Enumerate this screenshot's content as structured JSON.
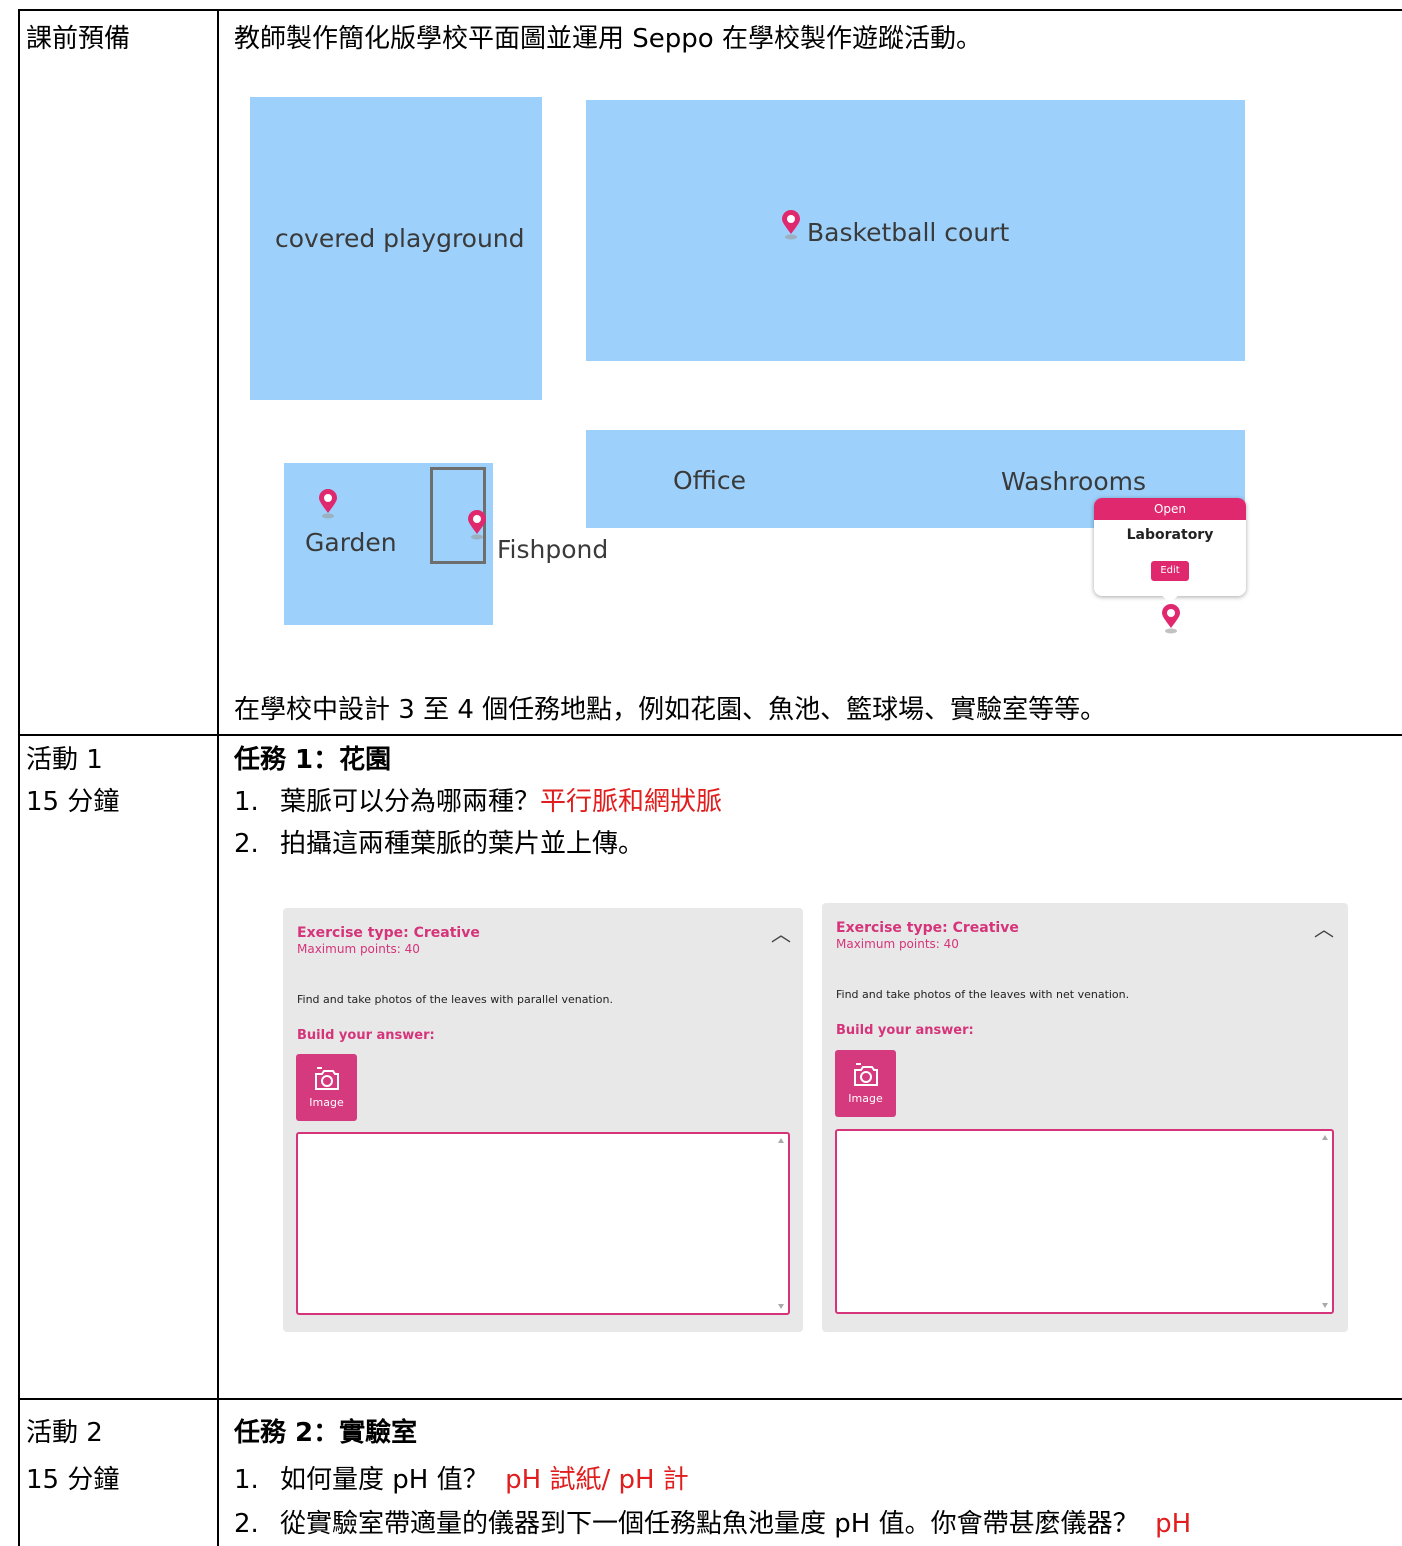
{
  "row1": {
    "label": "課前預備",
    "intro": "教師製作簡化版學校平面圖並運用 Seppo 在學校製作遊蹤活動。",
    "map": {
      "covered_playground": "covered playground",
      "basketball_court": "Basketball court",
      "office": "Office",
      "washrooms": "Washrooms",
      "garden": "Garden",
      "fishpond": "Fishpond",
      "popup": {
        "status": "Open",
        "title": "Laboratory",
        "edit": "Edit"
      },
      "colors": {
        "block": "#9dd1fb",
        "pin": "#e0286e"
      }
    },
    "footer": "在學校中設計 3 至 4 個任務地點，例如花園、魚池、籃球場、實驗室等等。"
  },
  "row2": {
    "label1": "活動 1",
    "label2": "15 分鐘",
    "task_title": "任務 1：花園",
    "q1_num": "1.",
    "q1_text": "葉脈可以分為哪兩種？",
    "q1_answer": "平行脈和網狀脈",
    "q2_num": "2.",
    "q2_text": "拍攝這兩種葉脈的葉片並上傳。",
    "panels": [
      {
        "exercise_type": "Exercise type: Creative",
        "max_points": "Maximum points: 40",
        "description": "Find and take photos of the leaves with parallel venation.",
        "build": "Build your answer:",
        "image_label": "Image"
      },
      {
        "exercise_type": "Exercise type: Creative",
        "max_points": "Maximum points: 40",
        "description": "Find and take photos of the leaves with net venation.",
        "build": "Build your answer:",
        "image_label": "Image"
      }
    ]
  },
  "row3": {
    "label1": "活動 2",
    "label2": "15 分鐘",
    "task_title": "任務 2：實驗室",
    "q1_num": "1.",
    "q1_text": "如何量度 pH 值？",
    "q1_answer": "pH 試紙/ pH 計",
    "q2_num": "2.",
    "q2_text": "從實驗室帶適量的儀器到下一個任務點魚池量度 pH 值。你會帶甚麼儀器？",
    "q2_answer": "pH"
  }
}
